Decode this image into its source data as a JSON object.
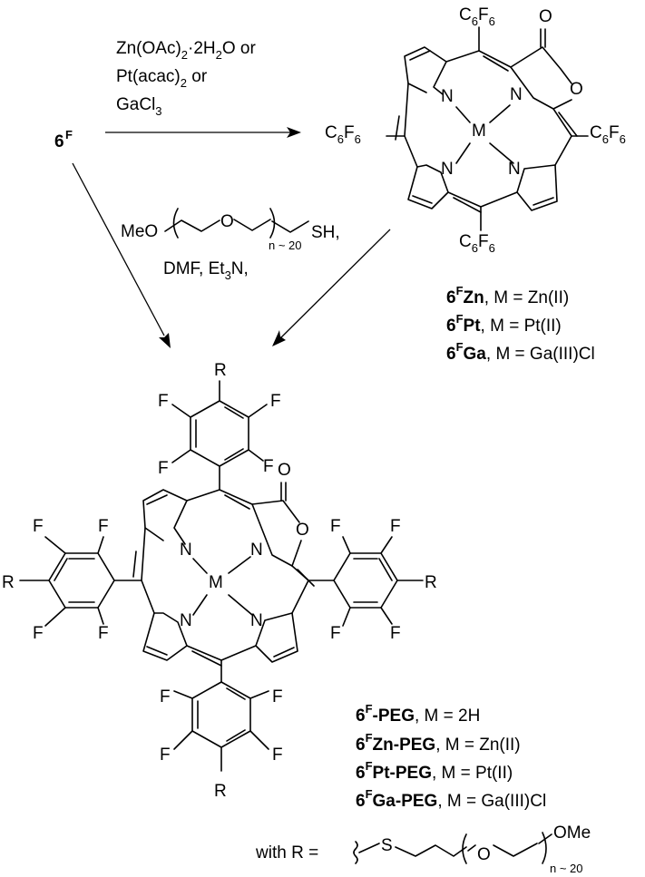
{
  "starting_material": {
    "base": "6",
    "sup": "F"
  },
  "reagents_metalation": {
    "line1": {
      "p1": "Zn(OAc)",
      "s1": "2",
      "p2": "·2H",
      "s2": "2",
      "p3": "O or"
    },
    "line2": {
      "p1": "Pt(acac)",
      "s1": "2",
      "p2": " or"
    },
    "line3": {
      "p1": "GaCl",
      "s1": "3"
    }
  },
  "reagents_peg": {
    "meo": "MeO",
    "o": "O",
    "n": "n ~ 20",
    "sh": "SH,",
    "solvents": {
      "p1": "DMF, Et",
      "s1": "3",
      "p2": "N,"
    }
  },
  "atoms": {
    "N": "N",
    "M": "M",
    "O": "O",
    "F": "F",
    "R": "R",
    "S": "S",
    "c6": "C",
    "six": "6",
    "f6": "F"
  },
  "metal_products": [
    {
      "base": "6",
      "sup": "F",
      "name": "Zn",
      "desc": ", M = Zn(II)"
    },
    {
      "base": "6",
      "sup": "F",
      "name": "Pt",
      "desc": ", M = Pt(II)"
    },
    {
      "base": "6",
      "sup": "F",
      "name": "Ga",
      "desc": ", M = Ga(III)Cl"
    }
  ],
  "peg_products": [
    {
      "base": "6",
      "sup": "F",
      "name": "-PEG",
      "desc": ", M = 2H"
    },
    {
      "base": "6",
      "sup": "F",
      "name": "Zn-PEG",
      "desc": ", M = Zn(II)"
    },
    {
      "base": "6",
      "sup": "F",
      "name": "Pt-PEG",
      "desc": ", M = Pt(II)"
    },
    {
      "base": "6",
      "sup": "F",
      "name": "Ga-PEG",
      "desc": ", M = Ga(III)Cl"
    }
  ],
  "r_definition": {
    "prefix": "with R =",
    "s": "S",
    "o": "O",
    "ome": "OMe",
    "n": "n ~ 20"
  }
}
